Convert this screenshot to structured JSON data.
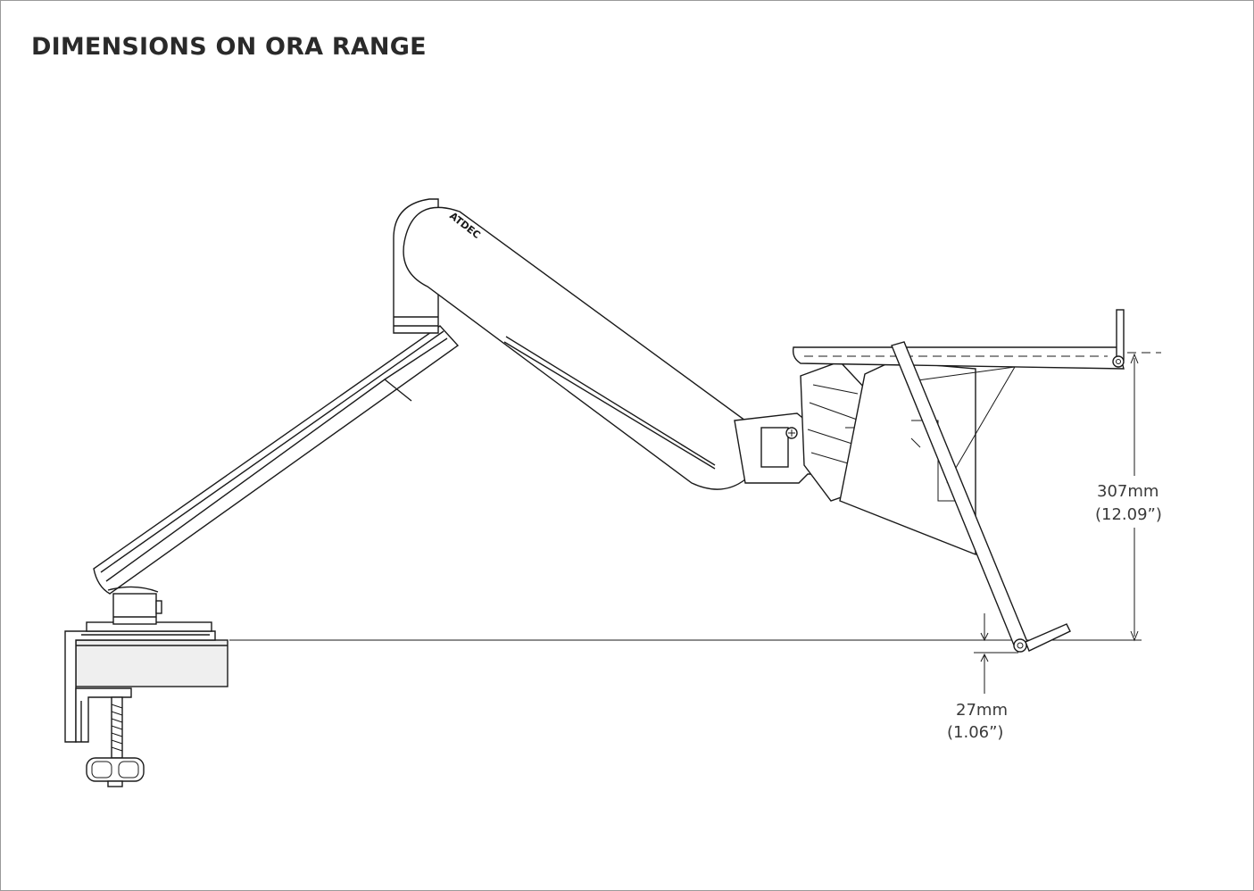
{
  "title": "DIMENSIONS ON ORA RANGE",
  "brand_mark": "ATDEC",
  "dimensions": {
    "height_above_desk": {
      "metric": "307mm",
      "imperial": "(12.09”)"
    },
    "depth_below_desk": {
      "metric": "27mm",
      "imperial": "(1.06”)"
    }
  }
}
